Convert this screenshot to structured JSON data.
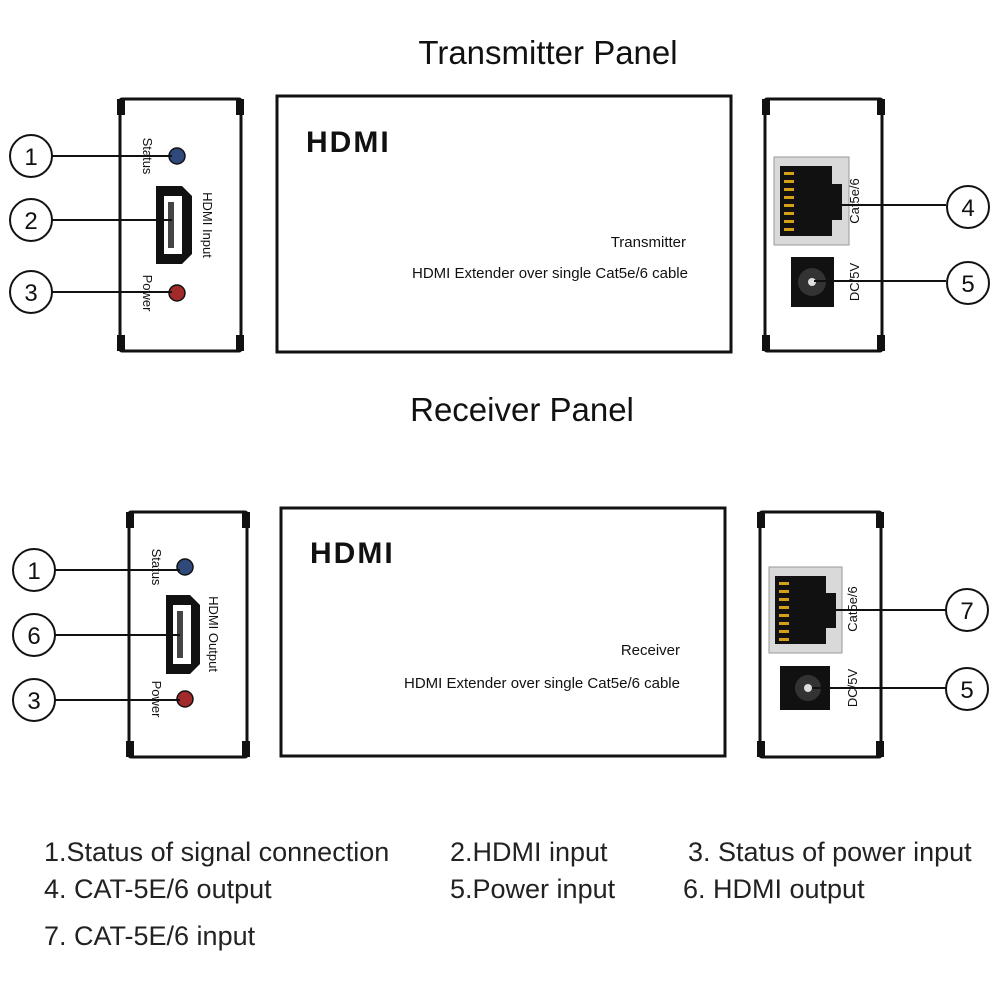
{
  "transmitter": {
    "title": "Transmitter Panel",
    "logo": "HDMI",
    "device_name": "Transmitter",
    "device_desc": "HDMI Extender over single Cat5e/6 cable",
    "left_labels": {
      "status": "Status",
      "hdmi": "HDMI Input",
      "power": "Power"
    },
    "right_labels": {
      "cat": "Cat5e/6",
      "dc": "DC/5V"
    },
    "callouts": {
      "status": "1",
      "hdmi": "2",
      "power": "3",
      "cat": "4",
      "dc": "5"
    }
  },
  "receiver": {
    "title": "Receiver Panel",
    "logo": "HDMI",
    "device_name": "Receiver",
    "device_desc": "HDMI Extender over single Cat5e/6 cable",
    "left_labels": {
      "status": "Status",
      "hdmi": "HDMI Output",
      "power": "Power"
    },
    "right_labels": {
      "cat": "Cat5e/6",
      "dc": "DC/5V"
    },
    "callouts": {
      "status": "1",
      "hdmi": "6",
      "power": "3",
      "cat": "7",
      "dc": "5"
    }
  },
  "legend": {
    "item1": "1.Status of signal connection",
    "item2": "2.HDMI input",
    "item3": "3. Status of power input",
    "item4": "4. CAT-5E/6 output",
    "item5": "5.Power input",
    "item6": "6. HDMI output",
    "item7": "7. CAT-5E/6 input"
  },
  "colors": {
    "status_led": "#2f4a7a",
    "power_led": "#a32a2a",
    "outline": "#111111",
    "rj45_body": "#d9d9d9"
  }
}
